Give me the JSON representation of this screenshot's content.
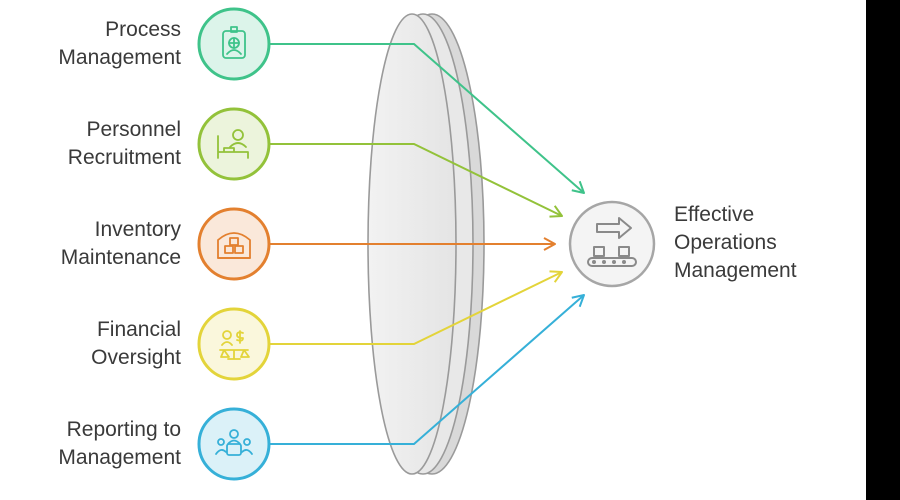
{
  "inputs": [
    {
      "label": "Process\nManagement",
      "color": "#3fc38a",
      "icon": "id-badge-icon"
    },
    {
      "label": "Personnel\nRecruitment",
      "color": "#93c23a",
      "icon": "recruitment-icon"
    },
    {
      "label": "Inventory\nMaintenance",
      "color": "#e3802f",
      "icon": "warehouse-icon"
    },
    {
      "label": "Financial\nOversight",
      "color": "#e3d43a",
      "icon": "finance-scale-icon"
    },
    {
      "label": "Reporting to\nManagement",
      "color": "#36b0d8",
      "icon": "meeting-icon"
    }
  ],
  "output": {
    "label": "Effective\nOperations\nManagement",
    "color": "#9a9a9a",
    "icon": "conveyor-icon"
  }
}
